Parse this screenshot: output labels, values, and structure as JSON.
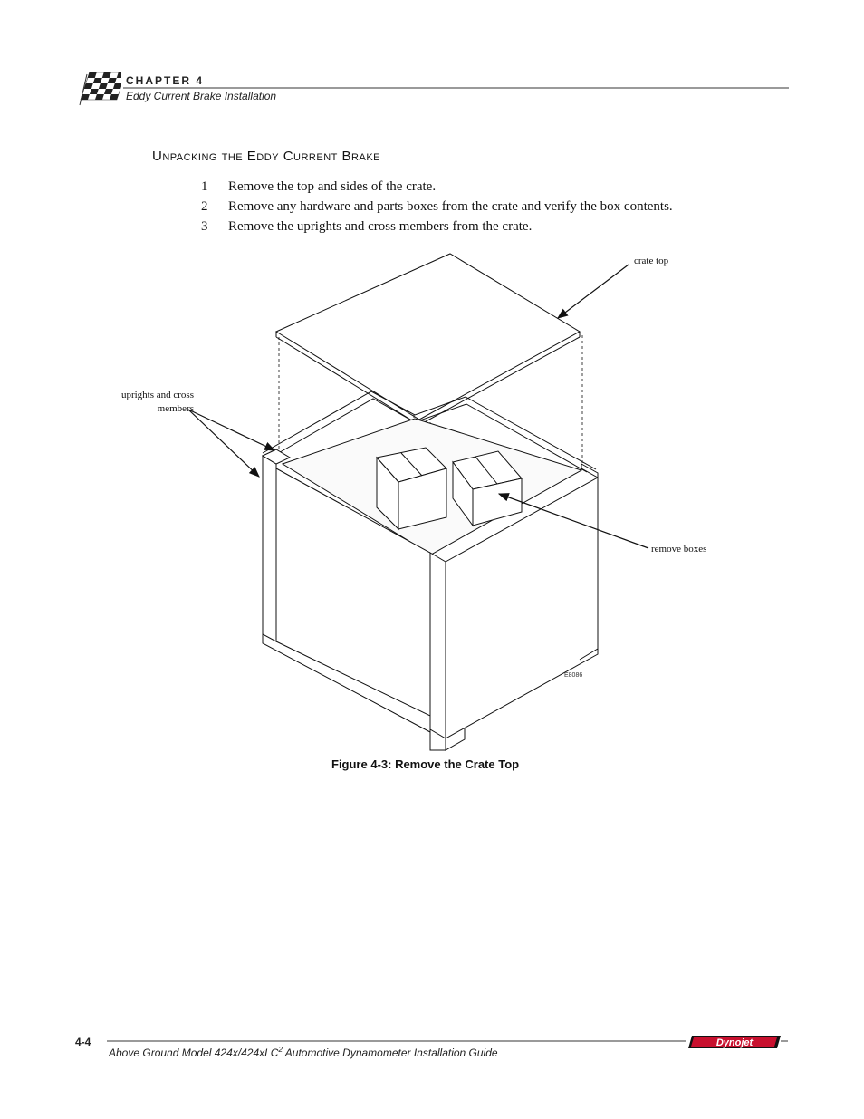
{
  "header": {
    "chapter": "CHAPTER 4",
    "subtitle": "Eddy Current Brake Installation"
  },
  "section": {
    "title": "Unpacking the Eddy Current Brake",
    "steps": [
      {
        "num": "1",
        "text": "Remove the top and sides of the crate."
      },
      {
        "num": "2",
        "text": "Remove any hardware and parts boxes from the crate and verify the box contents."
      },
      {
        "num": "3",
        "text": "Remove the uprights and cross members from the crate."
      }
    ]
  },
  "figure": {
    "callouts": {
      "crate_top": "crate top",
      "uprights_line1": "uprights and cross",
      "uprights_line2": "members",
      "remove_boxes": "remove boxes"
    },
    "code": "E8086",
    "caption": "Figure 4-3: Remove the Crate Top"
  },
  "footer": {
    "page_number": "4-4",
    "guide_title_pre": "Above Ground Model 424x/424xLC",
    "guide_title_sup": "2",
    "guide_title_post": " Automotive Dynamometer Installation Guide",
    "logo_text": "Dynojet"
  }
}
